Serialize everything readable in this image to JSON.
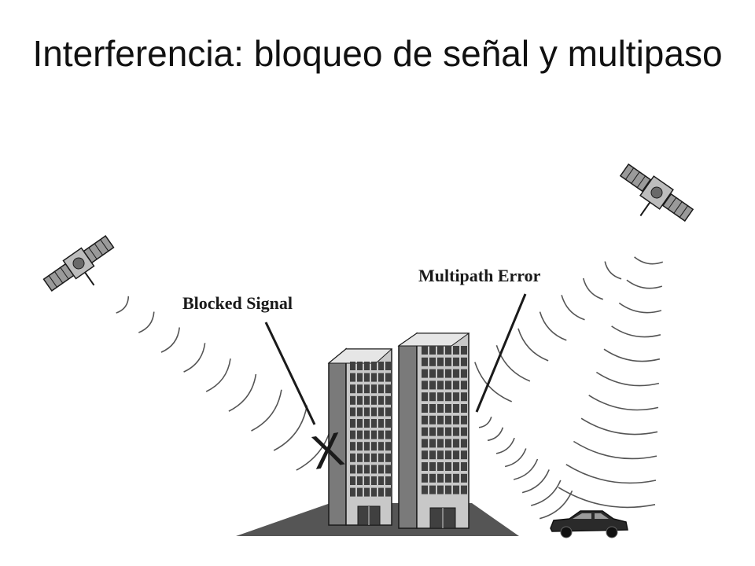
{
  "slide": {
    "title": "Interferencia: bloqueo de señal y multipaso"
  },
  "diagram": {
    "labels": {
      "blocked_signal": "Blocked Signal",
      "multipath_error": "Multipath Error",
      "block_mark": "X"
    },
    "icons": [
      "satellite-icon",
      "building-icon",
      "car-icon",
      "signal-wave-icon"
    ],
    "colors": {
      "ink": "#1a1a1a",
      "building_face": "#c8c8c8",
      "building_side": "#7a7a7a",
      "window": "#404040",
      "ground": "#555555",
      "waves": "#555555"
    }
  }
}
